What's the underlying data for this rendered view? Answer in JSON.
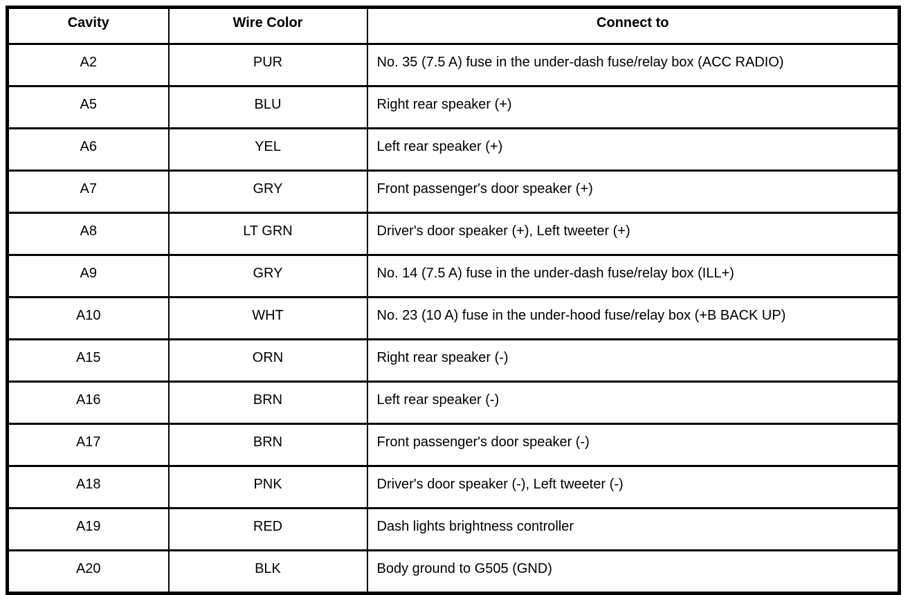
{
  "page": {
    "background_color": "#ffffff",
    "border_color": "#000000",
    "text_color": "#000000"
  },
  "table": {
    "columns": [
      {
        "key": "cavity",
        "label": "Cavity"
      },
      {
        "key": "wire_color",
        "label": "Wire Color"
      },
      {
        "key": "connect_to",
        "label": "Connect to"
      }
    ],
    "rows": [
      {
        "cavity": "A2",
        "wire_color": "PUR",
        "connect_to": "No. 35 (7.5 A) fuse in the under-dash fuse/relay box (ACC RADIO)"
      },
      {
        "cavity": "A5",
        "wire_color": "BLU",
        "connect_to": "Right rear speaker (+)"
      },
      {
        "cavity": "A6",
        "wire_color": "YEL",
        "connect_to": "Left rear speaker (+)"
      },
      {
        "cavity": "A7",
        "wire_color": "GRY",
        "connect_to": "Front passenger's door speaker (+)"
      },
      {
        "cavity": "A8",
        "wire_color": "LT GRN",
        "connect_to": "Driver's door speaker (+), Left tweeter (+)"
      },
      {
        "cavity": "A9",
        "wire_color": "GRY",
        "connect_to": "No. 14 (7.5 A) fuse in the under-dash fuse/relay box (ILL+)"
      },
      {
        "cavity": "A10",
        "wire_color": "WHT",
        "connect_to": "No. 23 (10 A) fuse in the under-hood fuse/relay box (+B BACK UP)"
      },
      {
        "cavity": "A15",
        "wire_color": "ORN",
        "connect_to": "Right rear speaker (-)"
      },
      {
        "cavity": "A16",
        "wire_color": "BRN",
        "connect_to": "Left rear speaker (-)"
      },
      {
        "cavity": "A17",
        "wire_color": "BRN",
        "connect_to": "Front passenger's door speaker (-)"
      },
      {
        "cavity": "A18",
        "wire_color": "PNK",
        "connect_to": "Driver's door speaker (-), Left tweeter (-)"
      },
      {
        "cavity": "A19",
        "wire_color": "RED",
        "connect_to": "Dash lights brightness controller"
      },
      {
        "cavity": "A20",
        "wire_color": "BLK",
        "connect_to": "Body ground to G505 (GND)"
      }
    ]
  }
}
